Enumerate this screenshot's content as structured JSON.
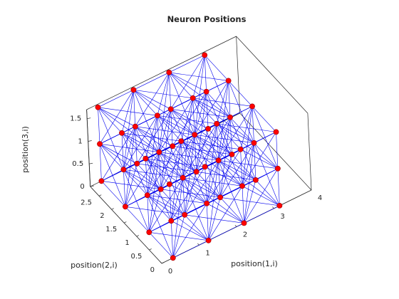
{
  "chart_data": {
    "type": "scatter",
    "subtype": "3d-neuron-grid",
    "title": "Neuron Positions",
    "xlabel": "position(1,i)",
    "ylabel": "position(2,i)",
    "zlabel": "position(3,i)",
    "x_ticks": [
      "0",
      "1",
      "2",
      "3",
      "4"
    ],
    "y_ticks": [
      "0",
      "0.5",
      "1",
      "1.5",
      "2",
      "2.5"
    ],
    "z_ticks": [
      "0",
      "0.5",
      "1",
      "1.5"
    ],
    "xlim": [
      0,
      4
    ],
    "ylim": [
      0,
      2.85
    ],
    "zlim": [
      0,
      1.7
    ],
    "grid_x": [
      0.3,
      1.25,
      2.2,
      3.15
    ],
    "grid_y": [
      0,
      0.95,
      1.9,
      2.85
    ],
    "grid_z": [
      0,
      0.82,
      1.63
    ],
    "grid_size": [
      4,
      4,
      3
    ],
    "neuron_count": 48,
    "marker_color": "#ff0000",
    "marker_edge_color": "#990000",
    "link_color": "#0000ee",
    "axes_color": "#262626"
  }
}
